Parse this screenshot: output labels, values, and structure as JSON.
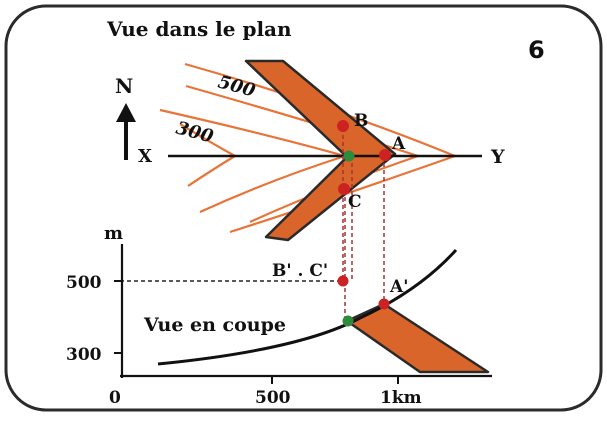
{
  "figure_number": "6",
  "title_plan": "Vue dans le plan",
  "title_section": "Vue en coupe",
  "north": "N",
  "axis_start": "X",
  "axis_end": "Y",
  "contours": [
    "500",
    "300"
  ],
  "points_plan": {
    "b": "B",
    "a": "A",
    "c": "C"
  },
  "points_section": {
    "bc": "B' . C'",
    "a": "A'"
  },
  "y_axis_unit": "m",
  "y_ticks": [
    "500",
    "300"
  ],
  "x_ticks": [
    "0",
    "500",
    "1km"
  ],
  "colors": {
    "layer_fill": "#d9652b",
    "contour": "#e8743a",
    "marker_red": "#cc2222",
    "marker_green": "#2e8b3e",
    "dashed_red": "#a83232"
  }
}
